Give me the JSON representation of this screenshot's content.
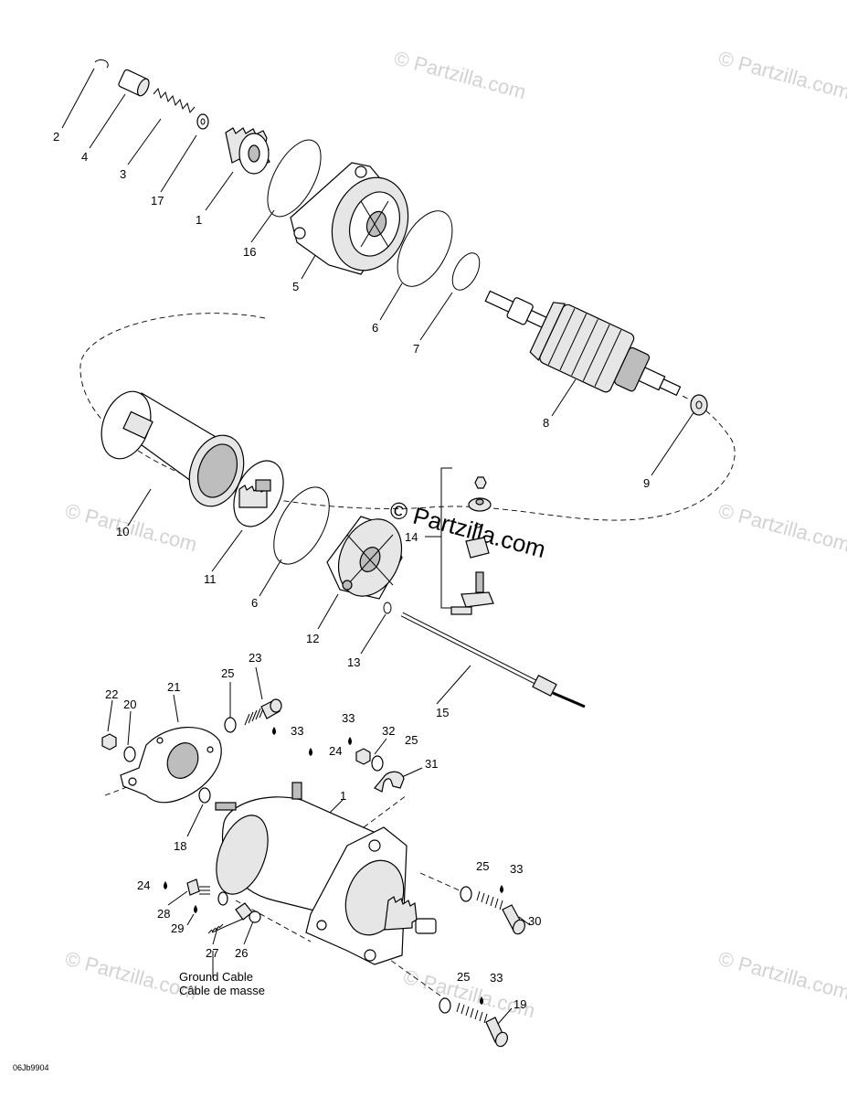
{
  "watermark": {
    "brand": "© Partzilla.com"
  },
  "drawing_code": "06Jb9904",
  "notes": {
    "ground_cable_en": "Ground Cable",
    "ground_cable_fr": "Câble de masse"
  },
  "callouts": [
    {
      "id": "c2",
      "text": "2"
    },
    {
      "id": "c4",
      "text": "4"
    },
    {
      "id": "c3",
      "text": "3"
    },
    {
      "id": "c17",
      "text": "17"
    },
    {
      "id": "c1a",
      "text": "1"
    },
    {
      "id": "c16",
      "text": "16"
    },
    {
      "id": "c5",
      "text": "5"
    },
    {
      "id": "c6a",
      "text": "6"
    },
    {
      "id": "c7",
      "text": "7"
    },
    {
      "id": "c8",
      "text": "8"
    },
    {
      "id": "c9",
      "text": "9"
    },
    {
      "id": "c10",
      "text": "10"
    },
    {
      "id": "c11",
      "text": "11"
    },
    {
      "id": "c6b",
      "text": "6"
    },
    {
      "id": "c12",
      "text": "12"
    },
    {
      "id": "c13",
      "text": "13"
    },
    {
      "id": "c14",
      "text": "14"
    },
    {
      "id": "c15",
      "text": "15"
    },
    {
      "id": "c22",
      "text": "22"
    },
    {
      "id": "c20",
      "text": "20"
    },
    {
      "id": "c21",
      "text": "21"
    },
    {
      "id": "c25a",
      "text": "25"
    },
    {
      "id": "c23",
      "text": "23"
    },
    {
      "id": "c33a",
      "text": "33"
    },
    {
      "id": "c33b",
      "text": "33"
    },
    {
      "id": "c32",
      "text": "32"
    },
    {
      "id": "c25b",
      "text": "25"
    },
    {
      "id": "c24a",
      "text": "24"
    },
    {
      "id": "c31",
      "text": "31"
    },
    {
      "id": "c18",
      "text": "18"
    },
    {
      "id": "c1b",
      "text": "1"
    },
    {
      "id": "c25c",
      "text": "25"
    },
    {
      "id": "c33c",
      "text": "33"
    },
    {
      "id": "c30",
      "text": "30"
    },
    {
      "id": "c24b",
      "text": "24"
    },
    {
      "id": "c28",
      "text": "28"
    },
    {
      "id": "c29",
      "text": "29"
    },
    {
      "id": "c27",
      "text": "27"
    },
    {
      "id": "c26",
      "text": "26"
    },
    {
      "id": "c25d",
      "text": "25"
    },
    {
      "id": "c33d",
      "text": "33"
    },
    {
      "id": "c19",
      "text": "19"
    }
  ]
}
